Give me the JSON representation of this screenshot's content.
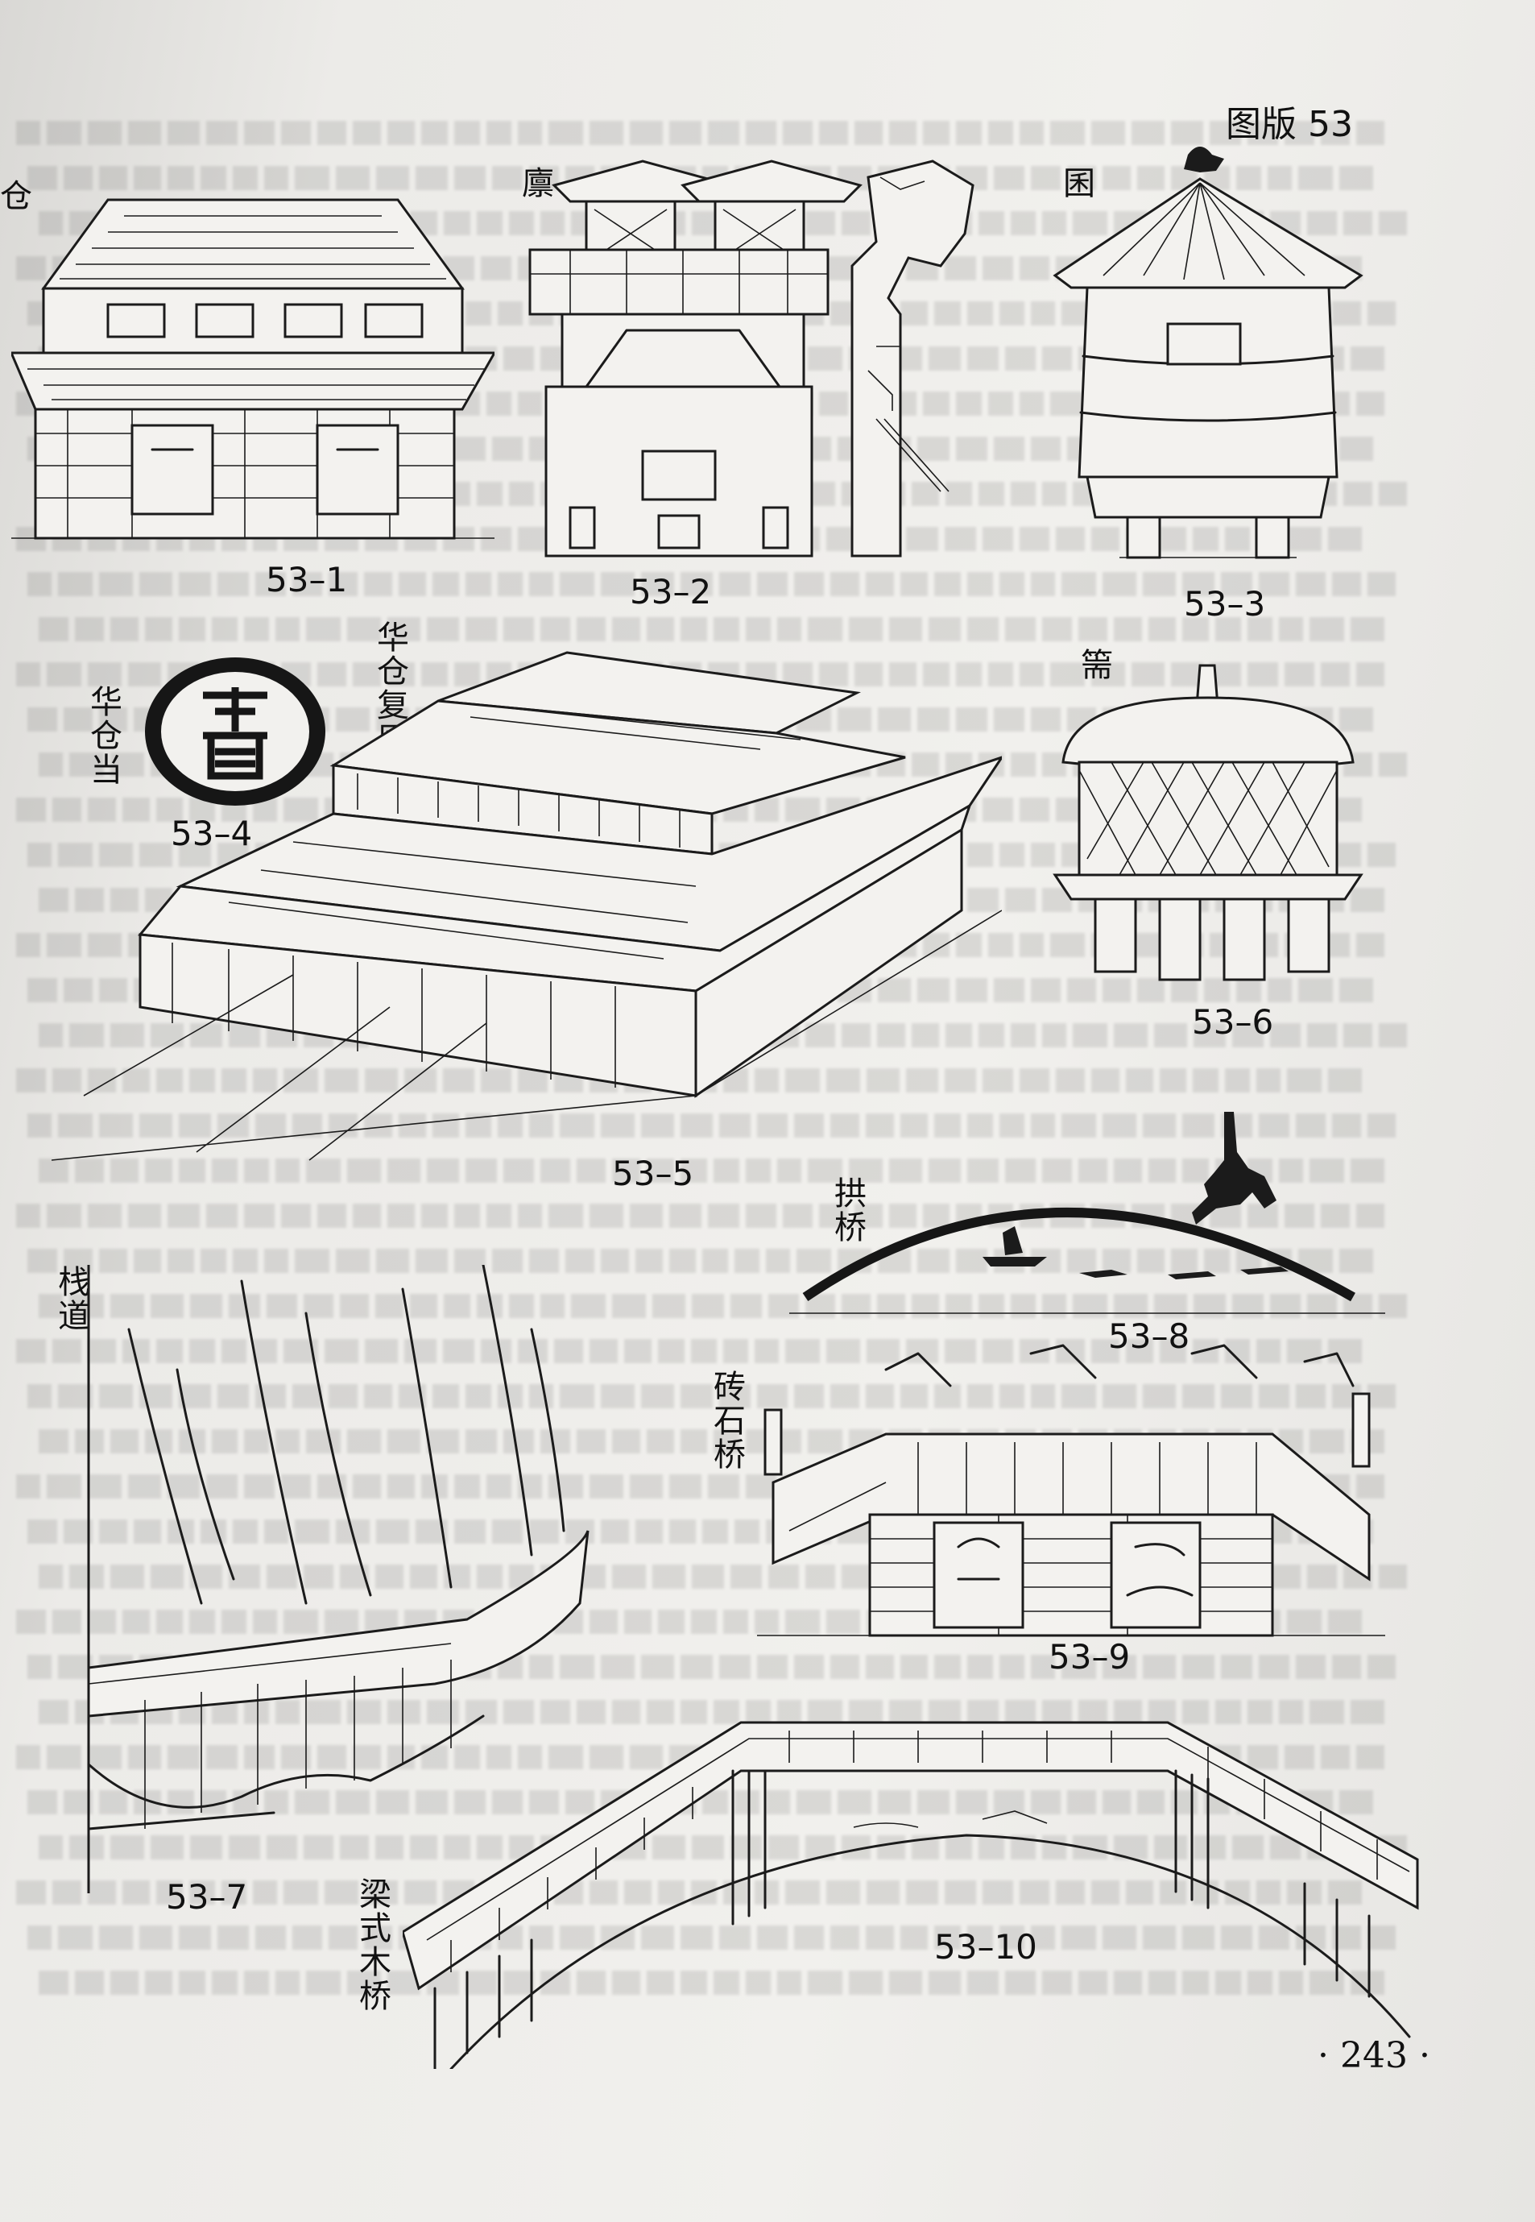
{
  "header": {
    "plate_label": "图版 53"
  },
  "labels": {
    "cang": "仓",
    "lin": "廪",
    "qun": "囷",
    "dun": "篅",
    "huacang_dang": "华仓当",
    "huacang_fuyuan": "华仓复原图",
    "gongqiao": "拱桥",
    "zhandao": "栈道",
    "zhuanshiqiao": "砖石桥",
    "liangshi_muqiao": "梁式木桥"
  },
  "figures": [
    {
      "id": "fig-53-1",
      "caption": "53–1"
    },
    {
      "id": "fig-53-2",
      "caption": "53–2"
    },
    {
      "id": "fig-53-3",
      "caption": "53–3"
    },
    {
      "id": "fig-53-4",
      "caption": "53–4"
    },
    {
      "id": "fig-53-5",
      "caption": "53–5"
    },
    {
      "id": "fig-53-6",
      "caption": "53–6"
    },
    {
      "id": "fig-53-7",
      "caption": "53–7"
    },
    {
      "id": "fig-53-8",
      "caption": "53–8"
    },
    {
      "id": "fig-53-9",
      "caption": "53–9"
    },
    {
      "id": "fig-53-10",
      "caption": "53–10"
    }
  ],
  "footer": {
    "page_number": "· 243 ·"
  }
}
